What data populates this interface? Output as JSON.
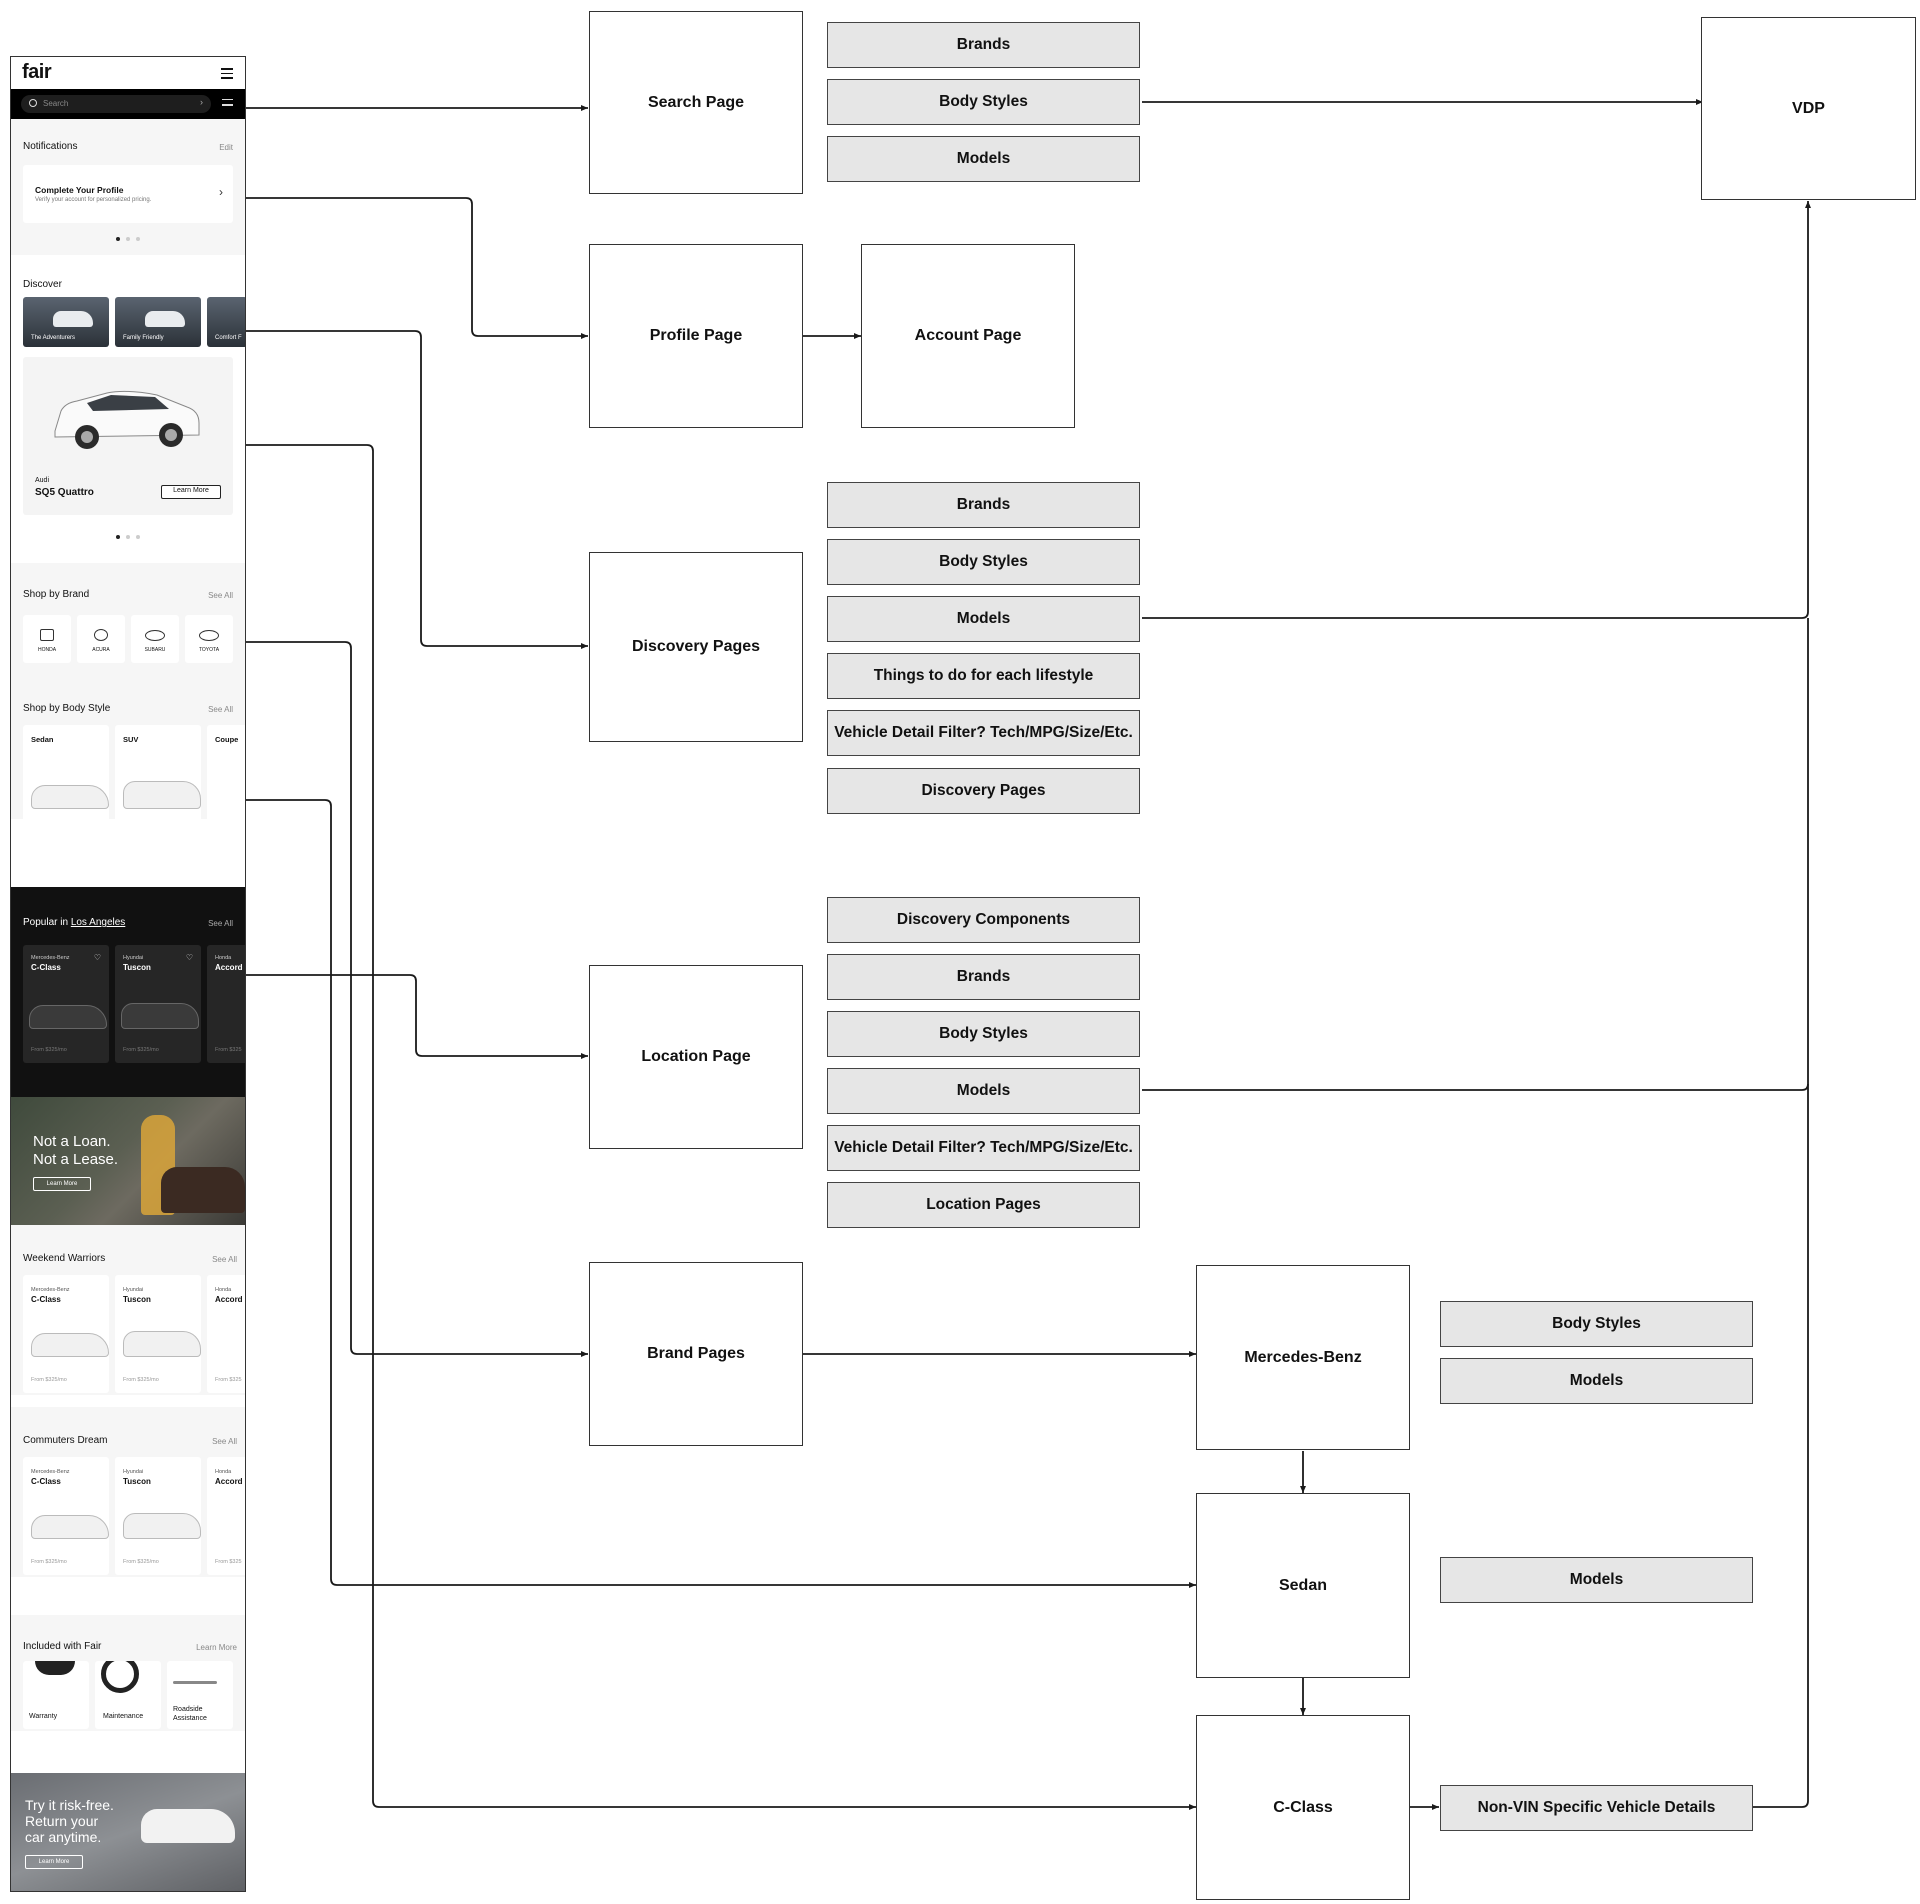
{
  "app": {
    "logo": "fair",
    "search_placeholder": "Search",
    "notifications": {
      "title": "Notifications",
      "edit": "Edit",
      "card_title": "Complete Your Profile",
      "card_sub": "Verify your account for personalized pricing."
    },
    "discover": {
      "title": "Discover",
      "tiles": [
        "The Adventurers",
        "Family Friendly",
        "Comfort F"
      ],
      "featured_make": "Audi",
      "featured_model": "SQ5 Quattro",
      "learn_more": "Learn More"
    },
    "shop_brand": {
      "title": "Shop by Brand",
      "see_all": "See All",
      "brands": [
        "HONDA",
        "ACURA",
        "SUBARU",
        "TOYOTA"
      ]
    },
    "shop_body": {
      "title": "Shop by Body Style",
      "see_all": "See All",
      "styles": [
        "Sedan",
        "SUV",
        "Coupe"
      ]
    },
    "popular": {
      "title_prefix": "Popular in",
      "city": "Los Angeles",
      "see_all": "See All",
      "cars": [
        {
          "make": "Mercedes-Benz",
          "model": "C-Class",
          "price": "From $325/mo"
        },
        {
          "make": "Hyundai",
          "model": "Tuscon",
          "price": "From $325/mo"
        },
        {
          "make": "Honda",
          "model": "Accord",
          "price": "From $325"
        }
      ]
    },
    "promo": {
      "line1": "Not a Loan.",
      "line2": "Not a Lease.",
      "cta": "Learn More"
    },
    "weekend": {
      "title": "Weekend Warriors",
      "see_all": "See All",
      "cars": [
        {
          "make": "Mercedes-Benz",
          "model": "C-Class",
          "price": "From $325/mo"
        },
        {
          "make": "Hyundai",
          "model": "Tuscon",
          "price": "From $325/mo"
        },
        {
          "make": "Honda",
          "model": "Accord",
          "price": "From $325"
        }
      ]
    },
    "commuters": {
      "title": "Commuters Dream",
      "see_all": "See All",
      "cars": [
        {
          "make": "Mercedes-Benz",
          "model": "C-Class",
          "price": "From $325/mo"
        },
        {
          "make": "Hyundai",
          "model": "Tuscon",
          "price": "From $325/mo"
        },
        {
          "make": "Honda",
          "model": "Accord",
          "price": "From $325"
        }
      ]
    },
    "included": {
      "title": "Included with Fair",
      "learn_more": "Learn More",
      "items": [
        "Warranty",
        "Maintenance",
        "Roadside Assistance"
      ]
    },
    "risk": {
      "line1": "Try it risk-free.",
      "line2": "Return your",
      "line3": "car anytime.",
      "cta": "Learn More"
    }
  },
  "diagram": {
    "search_page": "Search Page",
    "search_tags": [
      "Brands",
      "Body Styles",
      "Models"
    ],
    "vdp": "VDP",
    "profile_page": "Profile Page",
    "account_page": "Account Page",
    "discovery_pages": "Discovery Pages",
    "discovery_tags": [
      "Brands",
      "Body Styles",
      "Models",
      "Things to do for each lifestyle",
      "Vehicle Detail Filter? Tech/MPG/Size/Etc.",
      "Discovery Pages"
    ],
    "location_page": "Location Page",
    "location_tags": [
      "Discovery Components",
      "Brands",
      "Body Styles",
      "Models",
      "Vehicle Detail Filter? Tech/MPG/Size/Etc.",
      "Location Pages"
    ],
    "brand_pages": "Brand Pages",
    "mercedes": "Mercedes-Benz",
    "mercedes_tags": [
      "Body Styles",
      "Models"
    ],
    "sedan": "Sedan",
    "sedan_tags": [
      "Models"
    ],
    "cclass": "C-Class",
    "cclass_tags": [
      "Non-VIN Specific Vehicle Details"
    ]
  },
  "colors": {
    "line": "#1a1a1a",
    "tag_fill": "#e6e6e6",
    "dark_section": "#161616"
  }
}
